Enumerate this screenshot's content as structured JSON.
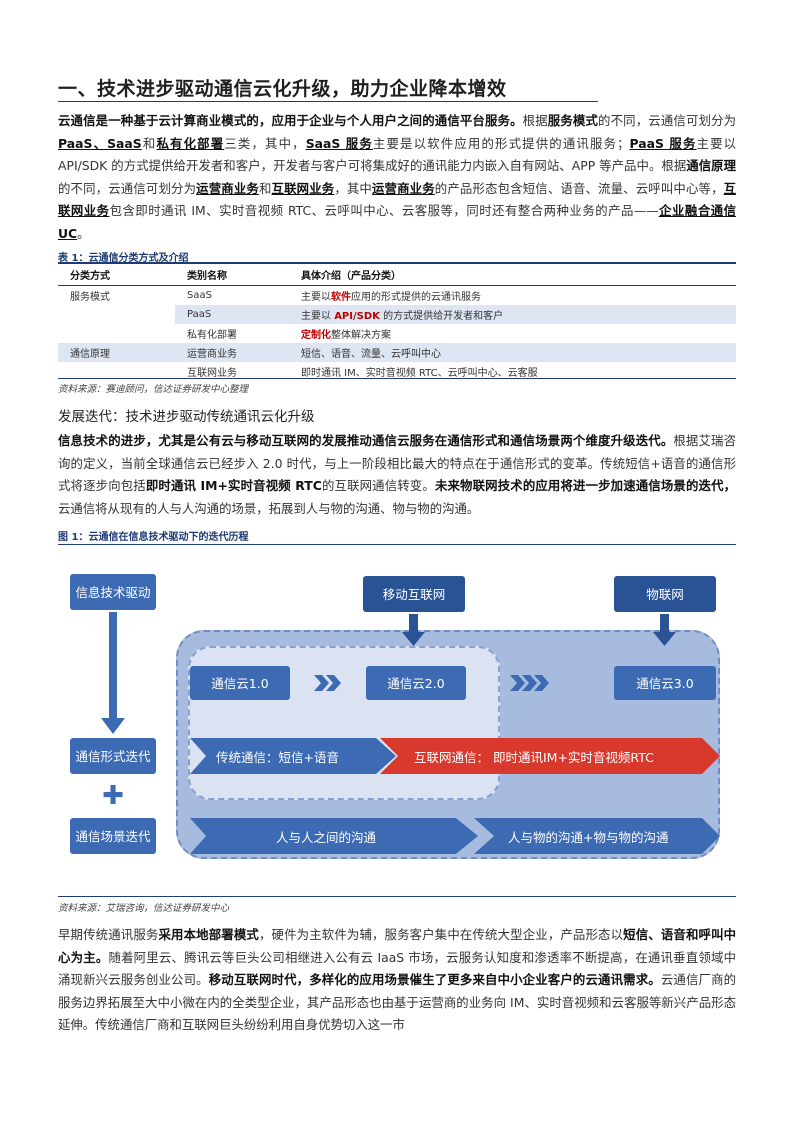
{
  "heading": "一、技术进步驱动通信云化升级，助力企业降本增效",
  "para1": {
    "s1": "云通信是一种基于云计算商业模式的，应用于企业与个人用户之间的通信平台服务。",
    "s2": "根据",
    "s3": "服务模式",
    "s4": "的不同，云通信可划分为",
    "s5": "PaaS、SaaS",
    "s6": "和",
    "s7": "私有化部署",
    "s8": "三类，其中，",
    "s9": "SaaS 服务",
    "s10": "主要是以软件应用的形式提供的通讯服务；",
    "s11": "PaaS 服务",
    "s12": "主要以 API/SDK 的方式提供给开发者和客户，开发者与客户可将集成好的通讯能力内嵌入自有网站、APP 等产品中。根据",
    "s13": "通信原理",
    "s14": "的不同，云通信可划分为",
    "s15": "运营商业务",
    "s16": "和",
    "s17": "互联网业务",
    "s18": "，其中",
    "s19": "运营商业务",
    "s20": "的产品形态包含短信、语音、流量、云呼叫中心等，",
    "s21": "互联网业务",
    "s22": "包含即时通讯 IM、实时音视频 RTC、云呼叫中心、云客服等，同时还有整合两种业务的产品——",
    "s23": "企业融合通信 UC",
    "s24": "。"
  },
  "table1": {
    "title": "表 1：云通信分类方式及介绍",
    "headers": [
      "分类方式",
      "类别名称",
      "具体介绍（产品分类）"
    ],
    "rows": [
      {
        "c1": "服务模式",
        "c2": "SaaS",
        "c3a": "主要以",
        "c3b": "软件",
        "c3c": "应用的形式提供的云通讯服务"
      },
      {
        "c1": "",
        "c2": "PaaS",
        "c3a": "主要以 ",
        "c3b": "API/SDK",
        "c3c": " 的方式提供给开发者和客户"
      },
      {
        "c1": "",
        "c2": "私有化部署",
        "c3a": "",
        "c3b": "定制化",
        "c3c": "整体解决方案"
      },
      {
        "c1": "通信原理",
        "c2": "运营商业务",
        "c3a": "短信、语音、流量、云呼叫中心",
        "c3b": "",
        "c3c": ""
      },
      {
        "c1": "",
        "c2": "互联网业务",
        "c3a": "即时通讯 IM、实时音视频 RTC、云呼叫中心、云客服",
        "c3b": "",
        "c3c": ""
      }
    ],
    "source": "资料来源：赛迪顾问，信达证券研发中心整理"
  },
  "subheading": "发展迭代：技术进步驱动传统通讯云化升级",
  "para2": {
    "s1": "信息技术的进步，尤其是公有云与移动互联网的发展推动通信云服务在通信形式和通信场景两个维度升级迭代。",
    "s2": "根据艾瑞咨询的定义，当前全球通信云已经步入 2.0 时代，与上一阶段相比最大的特点在于通信形式的变革。传统短信+语音的通信形式将逐步向包括",
    "s3": "即时通讯 IM+实时音视频 RTC",
    "s4": "的互联网通信转变。",
    "s5": "未来物联网技术的应用将进一步加速通信场景的迭代，",
    "s6": "云通信将从现有的人与人沟通的场景，拓展到人与物的沟通、物与物的沟通。"
  },
  "figure1": {
    "title": "图 1：云通信在信息技术驱动下的迭代历程",
    "driver": "信息技术驱动",
    "mobile": "移动互联网",
    "iot": "物联网",
    "cloud1": "通信云1.0",
    "cloud2": "通信云2.0",
    "cloud3": "通信云3.0",
    "form": "通信形式迭代",
    "scene": "通信场景迭代",
    "traditional": "传统通信：短信+语音",
    "internet": "互联网通信： 即时通讯IM+实时音视频RTC",
    "p2p": "人与人之间的沟通",
    "p2t": "人与物的沟通+物与物的沟通",
    "plus": "✚",
    "source": "资料来源：艾瑞咨询，信达证券研发中心",
    "colors": {
      "primary": "#3d6bb3",
      "dark": "#2a5395",
      "red": "#d9382c",
      "panel": "#a7bbdf"
    }
  },
  "para3": {
    "s1": "早期传统通讯服务",
    "s2": "采用本地部署模式",
    "s3": "，硬件为主软件为辅，服务客户集中在传统大型企业，产品形态以",
    "s4": "短信、语音和呼叫中心为主。",
    "s5": "随着阿里云、腾讯云等巨头公司相继进入公有云 IaaS 市场，云服务认知度和渗透率不断提高，在通讯垂直领域中涌现新兴云服务创业公司。",
    "s6": "移动互联网时代，多样化的应用场景催生了更多来自中小企业客户的云通讯需求。",
    "s7": "云通信厂商的服务边界拓展至大中小微在内的全类型企业，其产品形态也由基于运营商的业务向 IM、实时音视频和云客服等新兴产品形态延伸。传统通信厂商和互联网巨头纷纷利用自身优势切入这一市"
  }
}
